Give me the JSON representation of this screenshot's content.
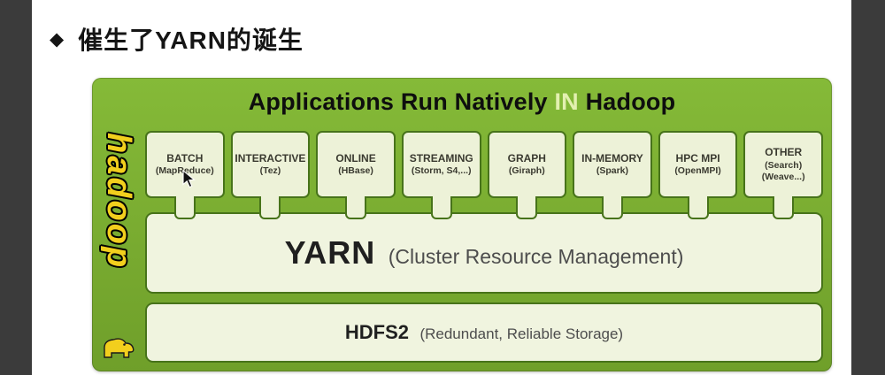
{
  "heading": {
    "bullet": "◆",
    "text": "催生了YARN的诞生"
  },
  "diagram": {
    "title": {
      "prefix": "Applications Run Natively",
      "highlight": "IN",
      "suffix": "Hadoop"
    },
    "brand": {
      "name": "hadoop"
    },
    "apps": [
      {
        "name": "BATCH",
        "detail": "(MapReduce)"
      },
      {
        "name": "INTERACTIVE",
        "detail": "(Tez)"
      },
      {
        "name": "ONLINE",
        "detail": "(HBase)"
      },
      {
        "name": "STREAMING",
        "detail": "(Storm, S4,...)"
      },
      {
        "name": "GRAPH",
        "detail": "(Giraph)"
      },
      {
        "name": "IN-MEMORY",
        "detail": "(Spark)"
      },
      {
        "name": "HPC MPI",
        "detail": "(OpenMPI)"
      },
      {
        "name": "OTHER",
        "detail": "(Search)",
        "detail2": "(Weave...)"
      }
    ],
    "yarn": {
      "name": "YARN",
      "detail": "(Cluster Resource Management)"
    },
    "hdfs": {
      "name": "HDFS2",
      "detail": "(Redundant, Reliable Storage)"
    }
  },
  "colors": {
    "panel_green": "#7cb02e",
    "box_fill": "#edf2d8",
    "box_border": "#47731a",
    "band_fill": "#f0f4df",
    "title_highlight": "#e3f0b0",
    "brand_yellow": "#f2cf1d",
    "letterbox": "#3b3b3b"
  }
}
